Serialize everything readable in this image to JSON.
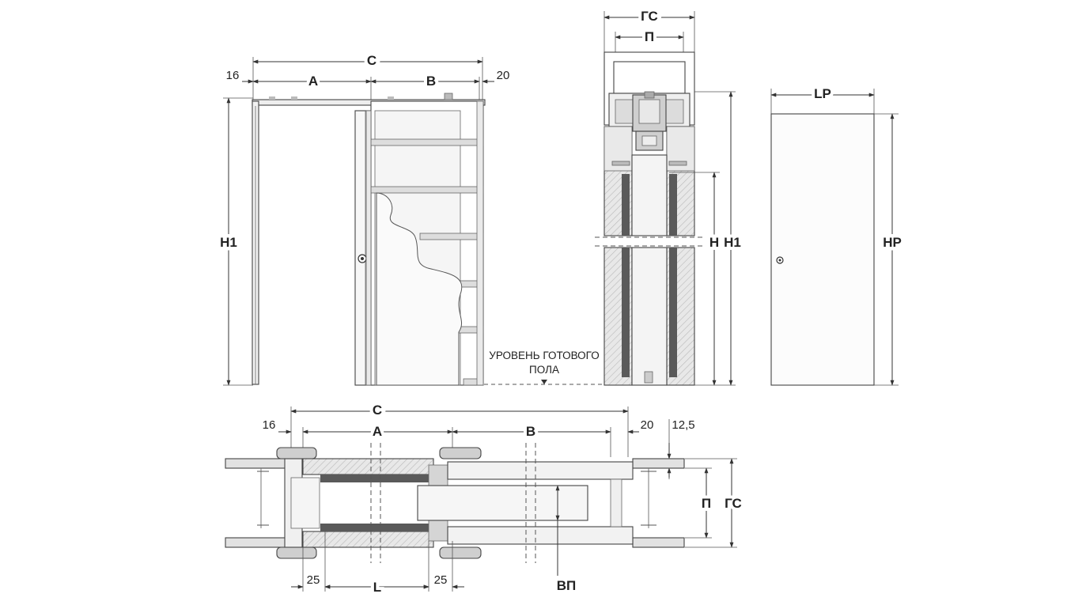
{
  "front_view": {
    "dim_C": "C",
    "dim_A": "A",
    "dim_B": "B",
    "dim_16": "16",
    "dim_20": "20",
    "dim_H1": "H1"
  },
  "floor_note": {
    "line1": "УРОВЕНЬ ГОТОВОГО",
    "line2": "ПОЛА"
  },
  "section_view": {
    "dim_GS": "ГС",
    "dim_P": "П",
    "dim_H": "H",
    "dim_H1": "H1"
  },
  "door_view": {
    "dim_LP": "LP",
    "dim_HP": "HP"
  },
  "plan_view": {
    "dim_C": "C",
    "dim_A": "A",
    "dim_B": "B",
    "dim_16": "16",
    "dim_20": "20",
    "dim_12_5": "12,5",
    "dim_P": "П",
    "dim_GS": "ГС",
    "dim_25_left": "25",
    "dim_L": "L",
    "dim_25_right": "25",
    "dim_VP": "ВП"
  },
  "colors": {
    "line": "#444444",
    "wall_fill": "#e6e6e6",
    "hatch": "#b5b5b5",
    "dark_strip": "#555555",
    "metal": "#d9d9d9",
    "door_fill": "#f7f7f7"
  }
}
